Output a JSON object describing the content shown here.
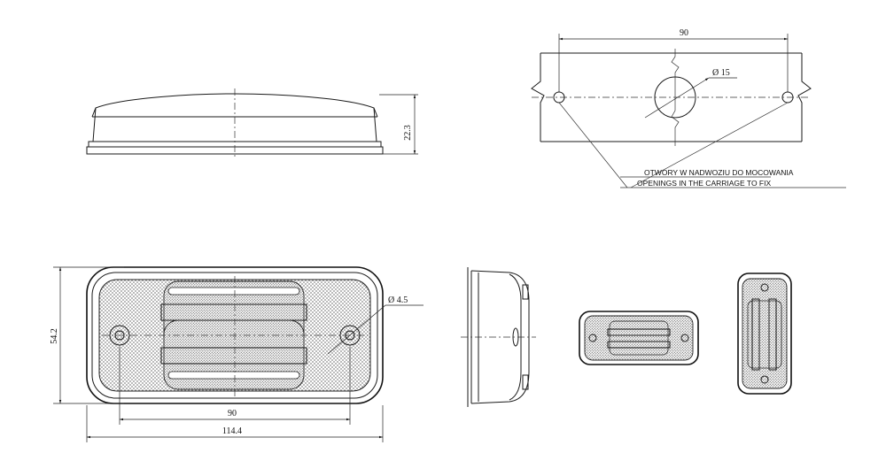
{
  "side_view": {
    "height_dim": "22.3"
  },
  "mount_detail": {
    "hole_spacing_dim": "90",
    "center_hole_dim": "Ø 15",
    "note_pl": "OTWORY W NADWOZIU DO MOCOWANIA",
    "note_en": "OPENINGS IN THE CARRIAGE TO FIX"
  },
  "front_view": {
    "hole_dim": "Ø 4.5",
    "height_dim": "54.2",
    "hole_spacing_dim": "90",
    "width_dim": "114.4"
  },
  "colors": {
    "line": "#1a1a1a",
    "hatch": "#9a9a9a"
  }
}
